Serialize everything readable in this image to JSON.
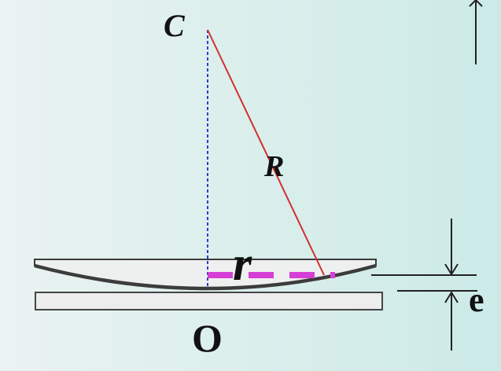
{
  "labels": {
    "center": "C",
    "radius": "R",
    "ring_radius": "r",
    "origin": "O",
    "gap": "e"
  },
  "colors": {
    "background_left": "#eaf3f1",
    "background_right": "#cbeae7",
    "radius_line": "#d32f2f",
    "axis_line": "#2a3fd0",
    "ring_radius_line": "#d63fd6",
    "lens_fill": "#eef0ef",
    "lens_outline": "#3c3c3c",
    "plate_fill": "#ededed",
    "plate_outline": "#444444",
    "arrow": "#222222",
    "text": "#111111"
  }
}
